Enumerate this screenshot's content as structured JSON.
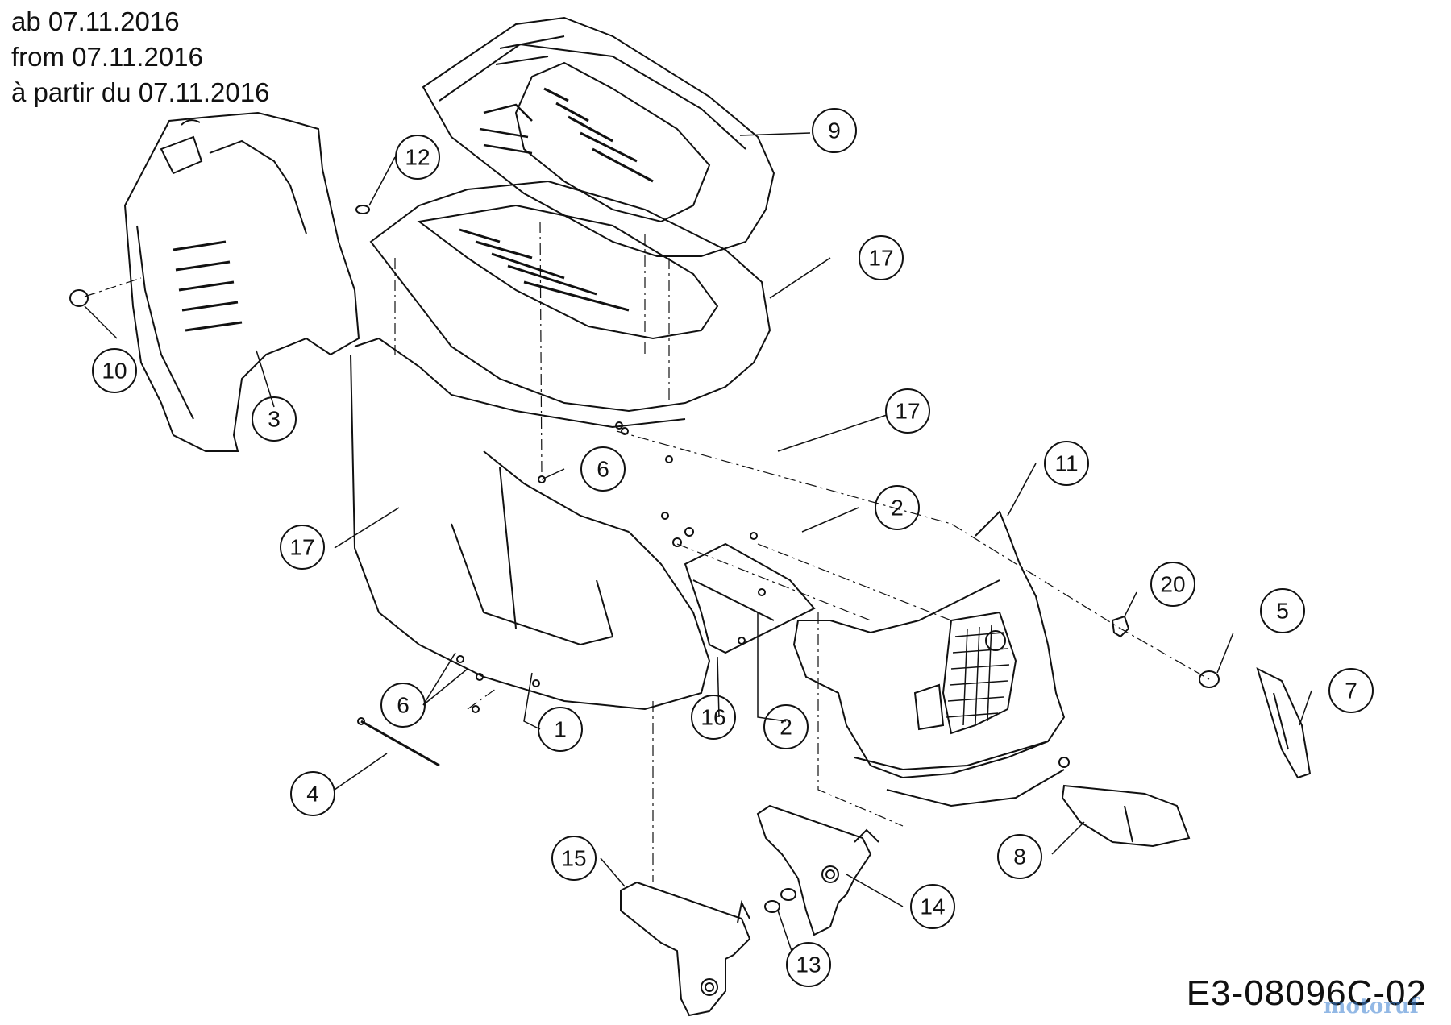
{
  "header_lines": [
    "ab 07.11.2016",
    "from 07.11.2016",
    "à partir du 07.11.2016"
  ],
  "drawing_code": "E3-08096C-02",
  "watermark": "motoruf",
  "callouts": [
    {
      "id": "c9",
      "label": "9"
    },
    {
      "id": "c12",
      "label": "12"
    },
    {
      "id": "c17a",
      "label": "17"
    },
    {
      "id": "c10",
      "label": "10"
    },
    {
      "id": "c3",
      "label": "3"
    },
    {
      "id": "c17b",
      "label": "17"
    },
    {
      "id": "c6a",
      "label": "6"
    },
    {
      "id": "c11",
      "label": "11"
    },
    {
      "id": "c2a",
      "label": "2"
    },
    {
      "id": "c17c",
      "label": "17"
    },
    {
      "id": "c20",
      "label": "20"
    },
    {
      "id": "c5",
      "label": "5"
    },
    {
      "id": "c7",
      "label": "7"
    },
    {
      "id": "c6b",
      "label": "6"
    },
    {
      "id": "c1",
      "label": "1"
    },
    {
      "id": "c16",
      "label": "16"
    },
    {
      "id": "c2b",
      "label": "2"
    },
    {
      "id": "c4",
      "label": "4"
    },
    {
      "id": "c8",
      "label": "8"
    },
    {
      "id": "c15",
      "label": "15"
    },
    {
      "id": "c14",
      "label": "14"
    },
    {
      "id": "c13",
      "label": "13"
    }
  ],
  "colors": {
    "line": "#111111",
    "background": "#ffffff",
    "watermark": "#3a7fd0"
  }
}
